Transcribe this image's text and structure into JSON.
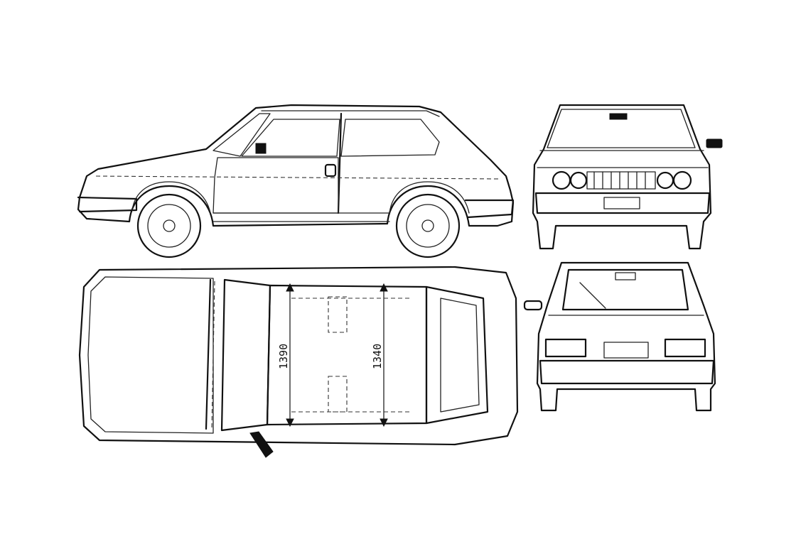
{
  "views": {
    "side": {
      "name": "side-view"
    },
    "front": {
      "name": "front-view"
    },
    "top": {
      "name": "top-view",
      "dimensions": [
        {
          "label": "1390",
          "kind": "front-track"
        },
        {
          "label": "1340",
          "kind": "rear-track"
        }
      ]
    },
    "rear": {
      "name": "rear-view"
    }
  },
  "colors": {
    "ink": "#111111",
    "paper": "#ffffff"
  }
}
